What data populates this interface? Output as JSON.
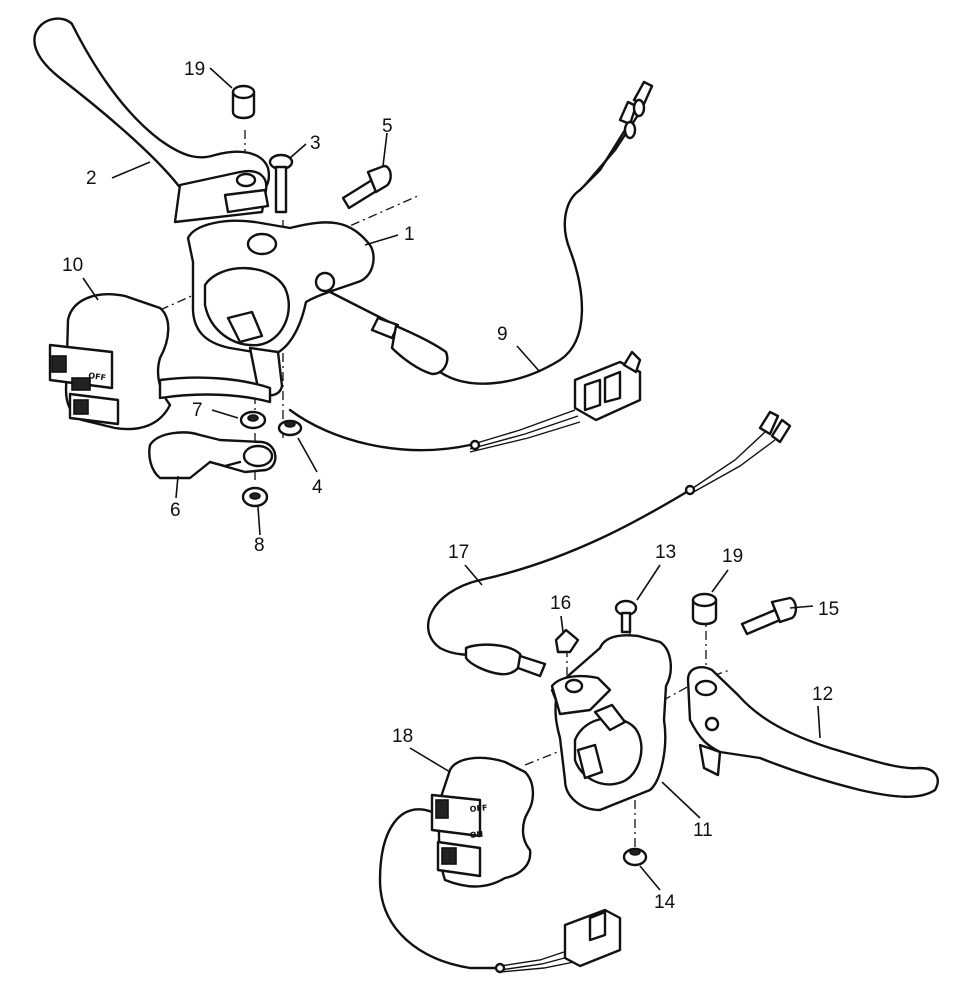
{
  "callouts": [
    {
      "id": "1",
      "label": "1"
    },
    {
      "id": "2",
      "label": "2"
    },
    {
      "id": "3",
      "label": "3"
    },
    {
      "id": "4",
      "label": "4"
    },
    {
      "id": "5",
      "label": "5"
    },
    {
      "id": "6",
      "label": "6"
    },
    {
      "id": "7",
      "label": "7"
    },
    {
      "id": "8",
      "label": "8"
    },
    {
      "id": "9",
      "label": "9"
    },
    {
      "id": "10",
      "label": "10"
    },
    {
      "id": "11",
      "label": "11"
    },
    {
      "id": "12",
      "label": "12"
    },
    {
      "id": "13",
      "label": "13"
    },
    {
      "id": "14",
      "label": "14"
    },
    {
      "id": "15",
      "label": "15"
    },
    {
      "id": "16",
      "label": "16"
    },
    {
      "id": "17",
      "label": "17"
    },
    {
      "id": "18",
      "label": "18"
    },
    {
      "id": "19a",
      "label": "19"
    },
    {
      "id": "19b",
      "label": "19"
    }
  ],
  "switch_marks": {
    "left_switch": "OFF",
    "right_switch_top": "OFF",
    "right_switch_bottom": "ON"
  }
}
